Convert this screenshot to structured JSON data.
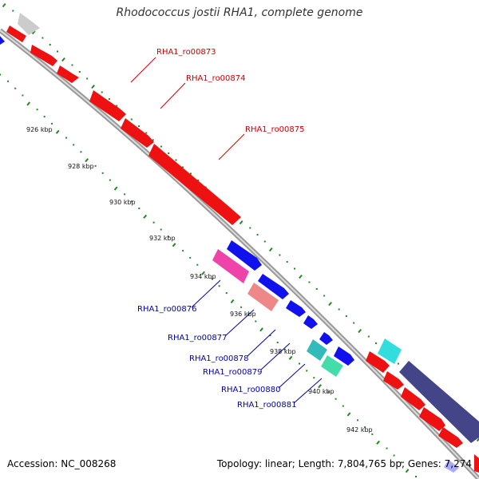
{
  "title": "Rhodococcus jostii RHA1, complete genome",
  "footer": {
    "accession": "Accession: NC_008268",
    "stats": "Topology: linear; Length: 7,804,765 bp; Genes: 7,274"
  },
  "ticks": [
    "926 kbp",
    "928 kbp",
    "930 kbp",
    "932 kbp",
    "934 kbp",
    "936 kbp",
    "938 kbp",
    "940 kbp",
    "942 kbp"
  ],
  "labels_forward": [
    "RHA1_ro00873",
    "RHA1_ro00874",
    "RHA1_ro00875"
  ],
  "labels_reverse": [
    "RHA1_ro00876",
    "RHA1_ro00877",
    "RHA1_ro00878",
    "RHA1_ro00879",
    "RHA1_ro00880",
    "RHA1_ro00881"
  ],
  "colors": {
    "backbone": "#888888",
    "forward_gene": "#ff0000",
    "reverse_gene": "#0000ee",
    "forward_label": "#cc0000",
    "reverse_label": "#0000aa",
    "dots": "#228822",
    "magenta": "#ee44aa",
    "salmon": "#ee8888",
    "cyan": "#22cccc",
    "green": "#44ddaa",
    "slate": "#444488",
    "gray": "#cccccc"
  }
}
